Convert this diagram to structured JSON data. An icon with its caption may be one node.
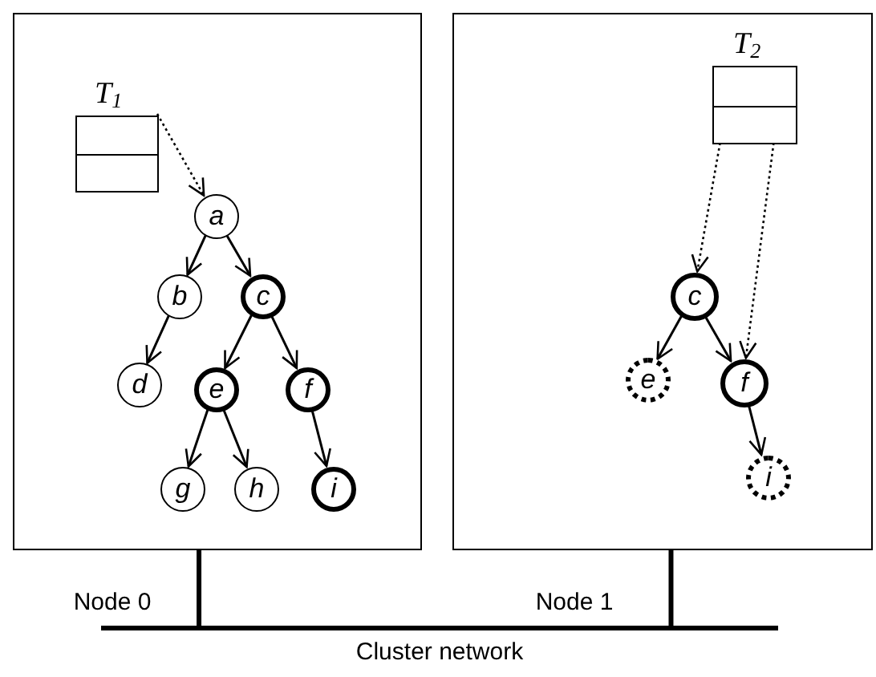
{
  "diagram": {
    "nodes": [
      {
        "text": [],
        "shape": "box"
      },
      {
        "text": [
          "T$_{1}$"
        ],
        "in": 0
      },
      {
        "text": [
          "a"
        ],
        "in": 0
      },
      {
        "text": [
          "b"
        ],
        "in": 0
      },
      {
        "text": [
          "c"
        ],
        "in": 0
      },
      {
        "text": [
          "d"
        ],
        "in": 0
      },
      {
        "text": [
          "e"
        ],
        "in": 0
      },
      {
        "text": [
          "f"
        ],
        "in": 0
      },
      {
        "text": [
          "g"
        ],
        "in": 0
      },
      {
        "text": [
          "h"
        ],
        "in": 0
      },
      {
        "text": [
          "i"
        ],
        "in": 0
      },
      {
        "text": [],
        "shape": "box"
      },
      {
        "text": [
          "T$_{2}$"
        ],
        "in": 11
      },
      {
        "text": [
          "c"
        ],
        "in": 11
      },
      {
        "text": [
          "e"
        ],
        "in": 11
      },
      {
        "text": [
          "f"
        ],
        "in": 11
      },
      {
        "text": [
          "i"
        ],
        "in": 11
      },
      {
        "text": [
          "Cluster network"
        ]
      }
    ],
    "edges": [
      {
        "from": 1,
        "to": 2,
        "arrow": "to",
        "style": "dashed"
      },
      {
        "from": 2,
        "to": 3,
        "arrow": "to"
      },
      {
        "from": 2,
        "to": 4,
        "arrow": "to"
      },
      {
        "from": 3,
        "to": 5,
        "arrow": "to"
      },
      {
        "from": 4,
        "to": 6,
        "arrow": "to"
      },
      {
        "from": 4,
        "to": 7,
        "arrow": "to"
      },
      {
        "from": 6,
        "to": 8,
        "arrow": "to"
      },
      {
        "from": 6,
        "to": 9,
        "arrow": "to"
      },
      {
        "from": 7,
        "to": 10,
        "arrow": "to"
      },
      {
        "from": 12,
        "to": 13,
        "arrow": "to",
        "style": "dashed"
      },
      {
        "from": 12,
        "to": 15,
        "arrow": "to",
        "style": "dashed"
      },
      {
        "from": 13,
        "to": 14,
        "arrow": "to"
      },
      {
        "from": 13,
        "to": 15,
        "arrow": "to"
      },
      {
        "from": 15,
        "to": 16,
        "arrow": "to"
      },
      {
        "from": 0,
        "to": 17,
        "arrow": "none",
        "style": "thick"
      },
      {
        "from": 11,
        "to": 17,
        "arrow": "none",
        "style": "thick"
      }
    ],
    "labels": [
      "Node 0",
      "Node 1"
    ]
  }
}
